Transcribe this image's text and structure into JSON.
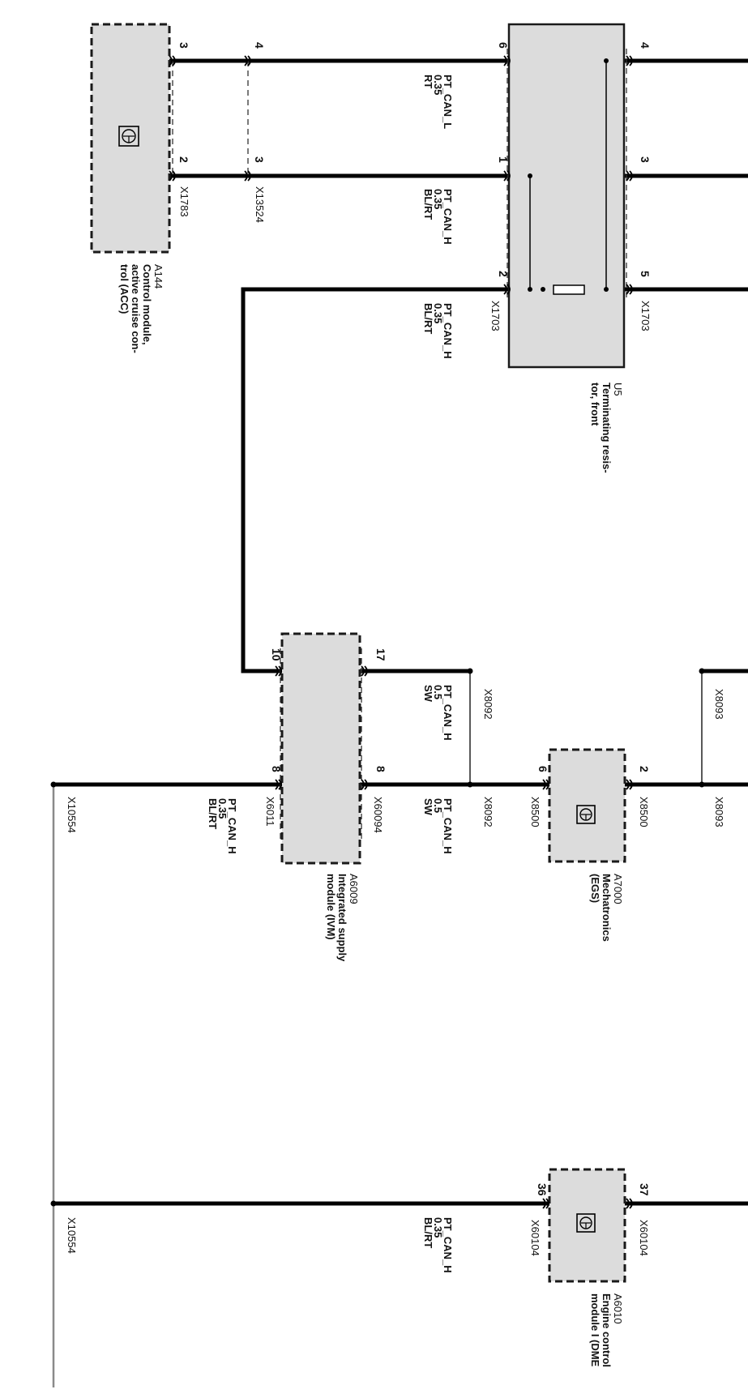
{
  "components": {
    "a144": {
      "id": "A144",
      "name_lines": [
        "Control module,",
        "active cruise con-",
        "trol (ACC)"
      ]
    },
    "u5": {
      "id": "U5",
      "name_lines": [
        "Terminating resis-",
        "tor, front"
      ]
    },
    "a6009": {
      "id": "A6009",
      "name_lines": [
        "Integrated supply",
        "module (IVM)"
      ]
    },
    "a7000": {
      "id": "A7000",
      "name_lines": [
        "Mechatronics",
        "(EGS)"
      ]
    },
    "a6010": {
      "id": "A6010",
      "name_lines": [
        "Engine control",
        "module I (DME"
      ]
    }
  },
  "connectors": {
    "x1783": "X1783",
    "x13524": "X13524",
    "x1703_top": "X1703",
    "x1703_bottom": "X1703",
    "x8092_a": "X8092",
    "x8092_b": "X8092",
    "x8093_a": "X8093",
    "x8093_b": "X8093",
    "x8500_top": "X8500",
    "x8500_bottom": "X8500",
    "x60094": "X60094",
    "x6011": "X6011",
    "x10554_a": "X10554",
    "x10554_b": "X10554",
    "x60104_top": "X60104",
    "x60104_bottom": "X60104"
  },
  "pins": {
    "a144_3": "3",
    "a144_2": "2",
    "x13524_4": "4",
    "x13524_3": "3",
    "u5_6": "6",
    "u5_1": "1",
    "u5_2": "2",
    "u5_4": "4",
    "u5_3": "3",
    "u5_5": "5",
    "a6009_10": "10",
    "a6009_17": "17",
    "a6009_8b": "8",
    "a6009_8t": "8",
    "a7000_6": "6",
    "a7000_2": "2",
    "a6010_36": "36",
    "a6010_37": "37"
  },
  "wires": {
    "w1": {
      "signal": "PT_CAN_L",
      "size": "0.35",
      "color": "RT"
    },
    "w2": {
      "signal": "PT_CAN_H",
      "size": "0.35",
      "color": "BL/RT"
    },
    "w3": {
      "signal": "PT_CAN_H",
      "size": "0.35",
      "color": "BL/RT"
    },
    "w4": {
      "signal": "PT_CAN_H",
      "size": "0.5",
      "color": "SW"
    },
    "w5": {
      "signal": "PT_CAN_H",
      "size": "0.5",
      "color": "SW"
    },
    "w6": {
      "signal": "PT_CAN_H",
      "size": "0.35",
      "color": "BL/RT"
    },
    "w7": {
      "signal": "PT_CAN_H",
      "size": "0.35",
      "color": "BL/RT"
    }
  }
}
